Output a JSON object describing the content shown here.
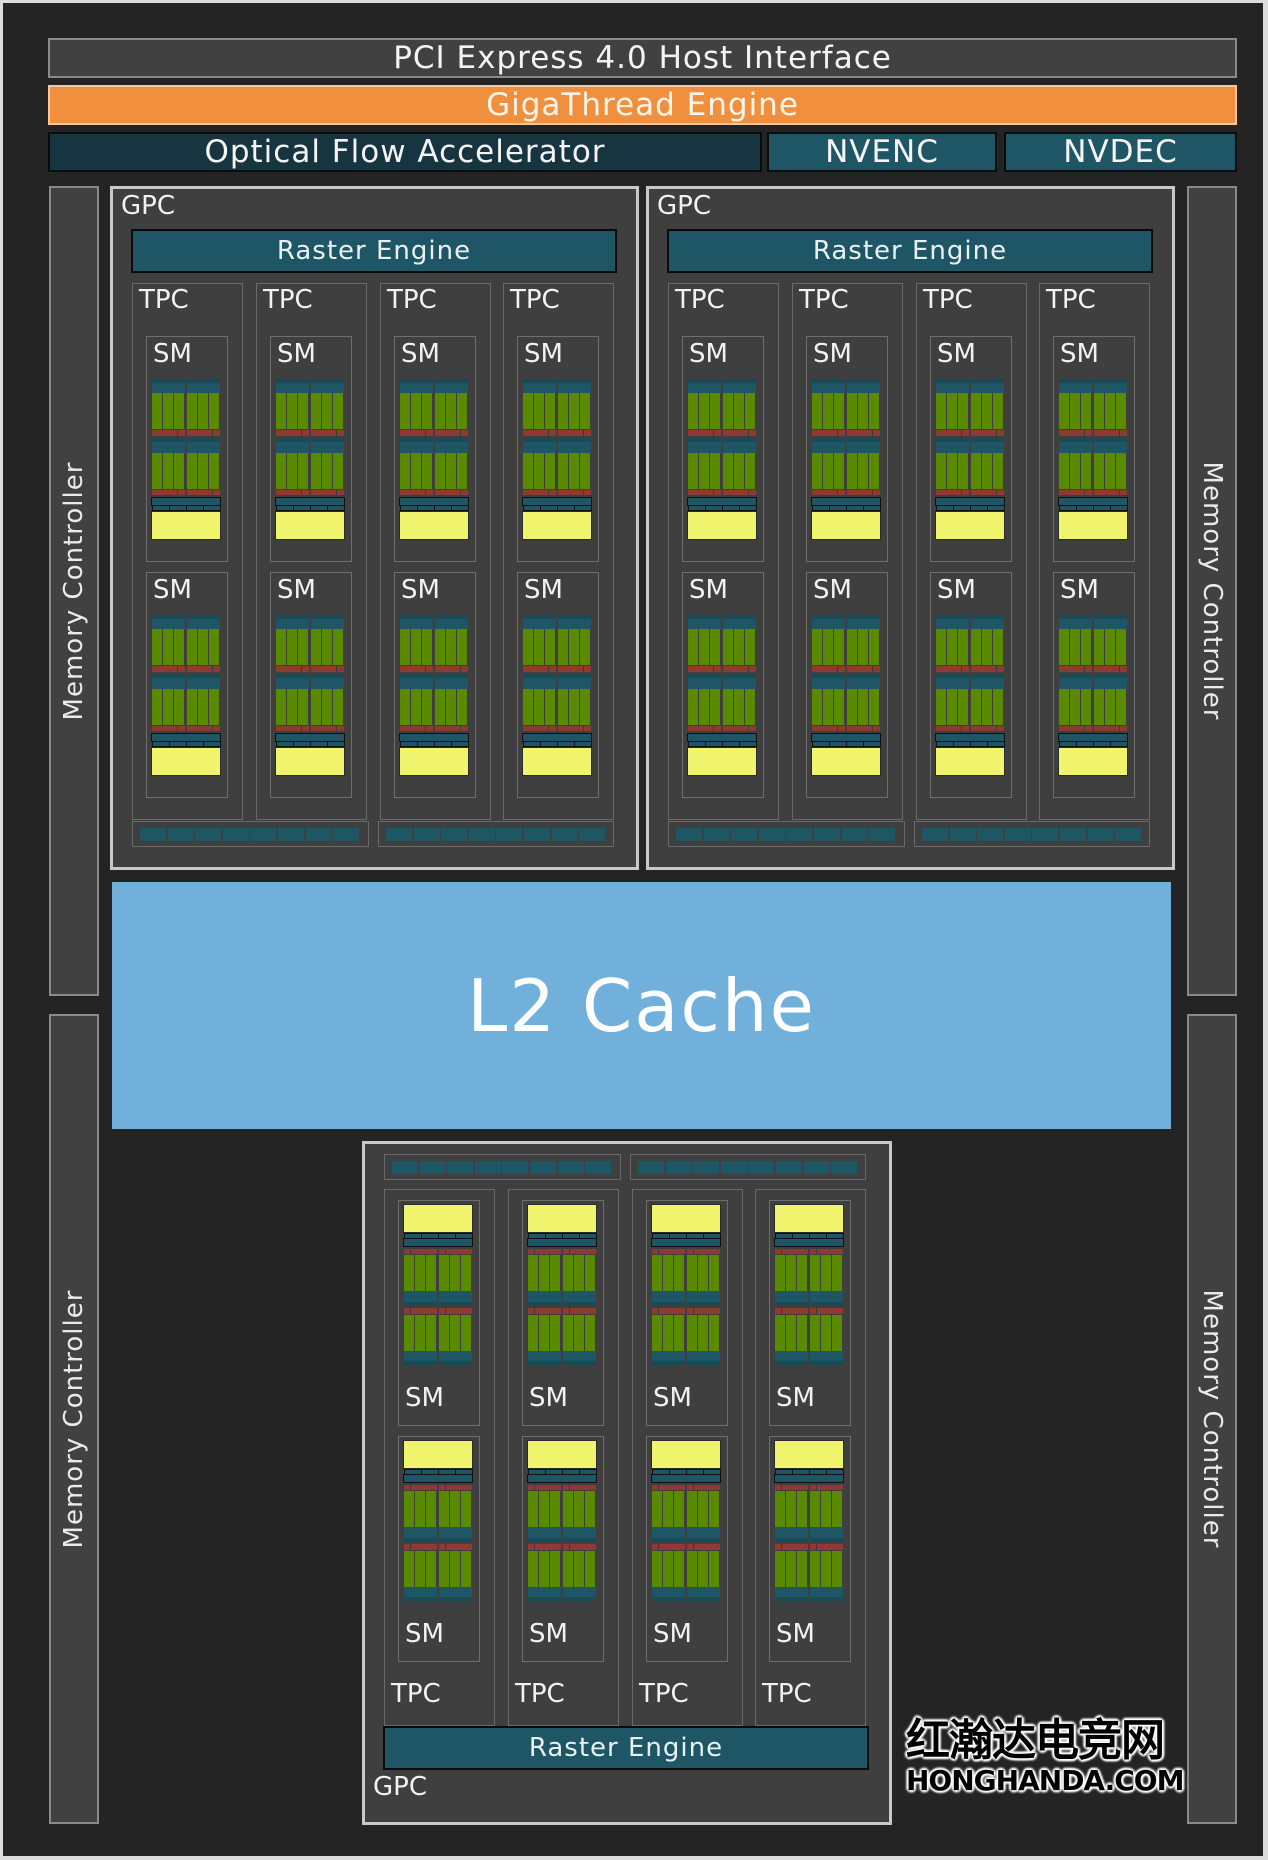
{
  "top_bars": {
    "pci": "PCI Express 4.0 Host Interface",
    "gigathread": "GigaThread Engine",
    "optical_flow": "Optical Flow Accelerator",
    "nvenc": "NVENC",
    "nvdec": "NVDEC"
  },
  "memory_controller_label": "Memory Controller",
  "memory_controllers": [
    {
      "side": "left",
      "position": "top",
      "label": "Memory Controller"
    },
    {
      "side": "left",
      "position": "bottom",
      "label": "Memory Controller"
    },
    {
      "side": "right",
      "position": "top",
      "label": "Memory Controller"
    },
    {
      "side": "right",
      "position": "bottom",
      "label": "Memory Controller"
    }
  ],
  "l2_cache": "L2 Cache",
  "gpcs": [
    {
      "label": "GPC",
      "raster_engine": "Raster Engine",
      "orientation": "normal",
      "tpcs": [
        {
          "label": "TPC",
          "sms": [
            "SM",
            "SM"
          ]
        },
        {
          "label": "TPC",
          "sms": [
            "SM",
            "SM"
          ]
        },
        {
          "label": "TPC",
          "sms": [
            "SM",
            "SM"
          ]
        },
        {
          "label": "TPC",
          "sms": [
            "SM",
            "SM"
          ]
        }
      ],
      "rop_partitions": 2,
      "rop_units_per_partition": 8
    },
    {
      "label": "GPC",
      "raster_engine": "Raster Engine",
      "orientation": "normal",
      "tpcs": [
        {
          "label": "TPC",
          "sms": [
            "SM",
            "SM"
          ]
        },
        {
          "label": "TPC",
          "sms": [
            "SM",
            "SM"
          ]
        },
        {
          "label": "TPC",
          "sms": [
            "SM",
            "SM"
          ]
        },
        {
          "label": "TPC",
          "sms": [
            "SM",
            "SM"
          ]
        }
      ],
      "rop_partitions": 2,
      "rop_units_per_partition": 8
    },
    {
      "label": "GPC",
      "raster_engine": "Raster Engine",
      "orientation": "flipped",
      "tpcs": [
        {
          "label": "TPC",
          "sms": [
            "SM",
            "SM"
          ]
        },
        {
          "label": "TPC",
          "sms": [
            "SM",
            "SM"
          ]
        },
        {
          "label": "TPC",
          "sms": [
            "SM",
            "SM"
          ]
        },
        {
          "label": "TPC",
          "sms": [
            "SM",
            "SM"
          ]
        }
      ],
      "rop_partitions": 2,
      "rop_units_per_partition": 8
    }
  ],
  "colors": {
    "background": "#242424",
    "gigathread": "#f0903e",
    "teal": "#1f5665",
    "dark_teal": "#163540",
    "l2_cache": "#72b0dc",
    "cuda_core": "#5a8a00",
    "register": "#8e3a33",
    "texture": "#f0f46c",
    "panel": "#3f3f3f"
  },
  "watermark": {
    "cn": "红瀚达电竞网",
    "en": "HONGHANDA.COM"
  }
}
